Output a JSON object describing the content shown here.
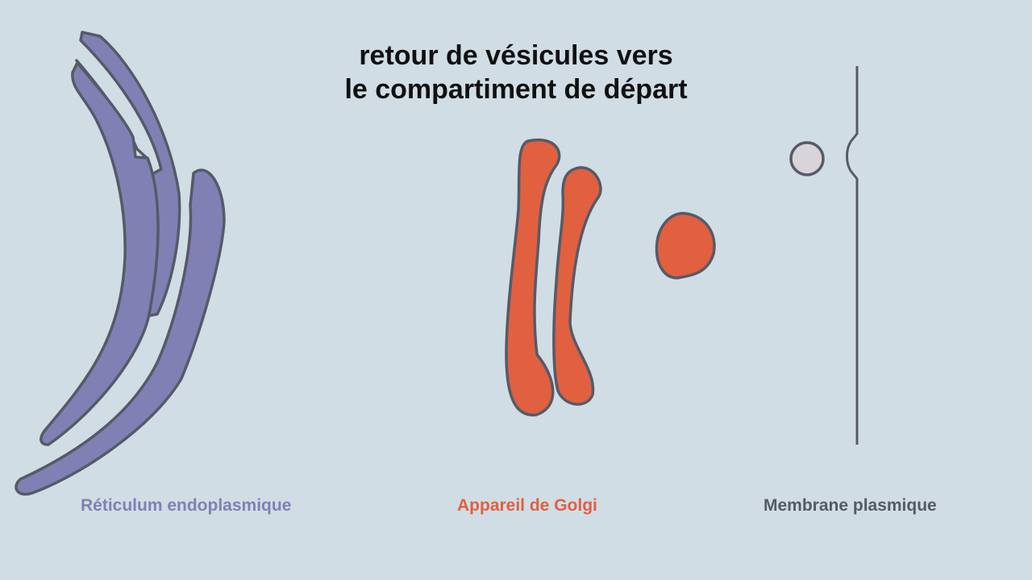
{
  "title": {
    "line1": "retour de vésicules vers",
    "line2": "le compartiment de départ"
  },
  "labels": {
    "er": "Réticulum endoplasmique",
    "golgi": "Appareil de Golgi",
    "membrane": "Membrane plasmique"
  },
  "colors": {
    "background": "#d0dde4",
    "er": "#8080b4",
    "golgi": "#e06040",
    "membrane": "#555a66",
    "outline": "#565a68",
    "vesicle": "#d8d4d8"
  }
}
